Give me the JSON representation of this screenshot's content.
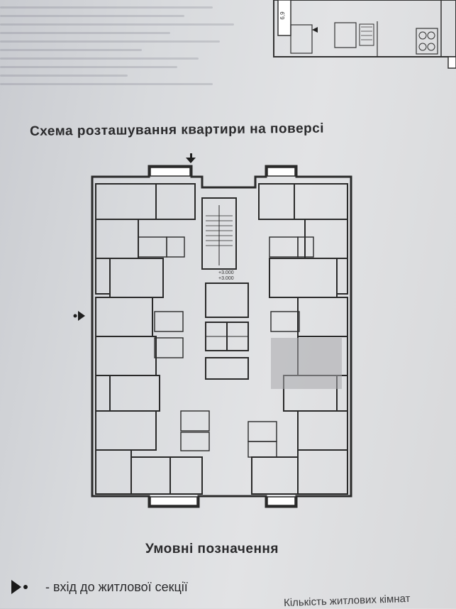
{
  "heading": "Схема розташування квартири на поверсі",
  "plan": {
    "level_top": "+3.000",
    "level_bottom": "+3.000"
  },
  "top_fragment": {
    "label": "6,9"
  },
  "legend": {
    "title": "Умовні позначення",
    "entrance_symbol": "entrance-arrow-icon",
    "entrance_text": "- вхід до житлової секції"
  },
  "next_caption": "Кількість житлових кімнат"
}
